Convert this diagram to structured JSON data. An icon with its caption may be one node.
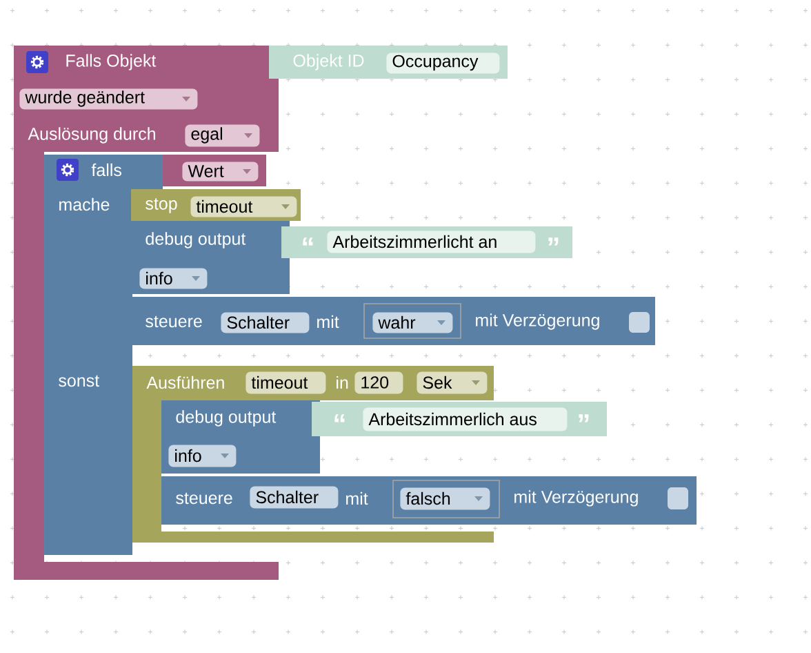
{
  "diagram": {
    "nodes": [
      {
        "text": [
          "Falls Objekt",
          "Auslösung durch"
        ]
      },
      {
        "text": [
          "wurde geändert"
        ],
        "in": 0
      },
      {
        "text": [
          "egal"
        ],
        "in": 0
      },
      {
        "text": [
          "Objekt ID"
        ]
      },
      {
        "text": [
          "Occupancy"
        ],
        "in": 3
      },
      {
        "text": [
          "falls",
          "mache",
          "sonst"
        ]
      },
      {
        "text": [],
        "shape": "box"
      },
      {
        "text": [
          "Wert"
        ],
        "in": 6
      },
      {
        "text": [
          "stop"
        ]
      },
      {
        "text": [
          "timeout"
        ],
        "in": 8
      },
      {
        "text": [
          "debug output"
        ]
      },
      {
        "text": [
          "info"
        ],
        "in": 10
      },
      {
        "text": [
          "“",
          "”"
        ]
      },
      {
        "text": [
          "Arbeitszimmerlicht an"
        ],
        "in": 12
      },
      {
        "text": [
          "steuere",
          "mit",
          "mit Verzögerung"
        ]
      },
      {
        "text": [
          "Schalter"
        ],
        "in": 14
      },
      {
        "text": [],
        "shape": "box",
        "in": 14
      },
      {
        "text": [
          "wahr"
        ],
        "in": 16
      },
      {
        "text": [
          "Ausführen",
          "in"
        ]
      },
      {
        "text": [
          "timeout"
        ],
        "in": 18
      },
      {
        "text": [
          "120"
        ],
        "in": 18
      },
      {
        "text": [
          "Sek"
        ],
        "in": 18
      },
      {
        "text": [
          "debug output"
        ]
      },
      {
        "text": [
          "info"
        ],
        "in": 22
      },
      {
        "text": [
          "“",
          "”"
        ]
      },
      {
        "text": [
          "Arbeitszimmerlich aus"
        ],
        "in": 24
      },
      {
        "text": [
          "steuere",
          "mit",
          "mit Verzögerung"
        ]
      },
      {
        "text": [
          "Schalter"
        ],
        "in": 26
      },
      {
        "text": [],
        "shape": "box",
        "in": 26
      },
      {
        "text": [
          "falsch"
        ],
        "in": 28
      }
    ]
  }
}
